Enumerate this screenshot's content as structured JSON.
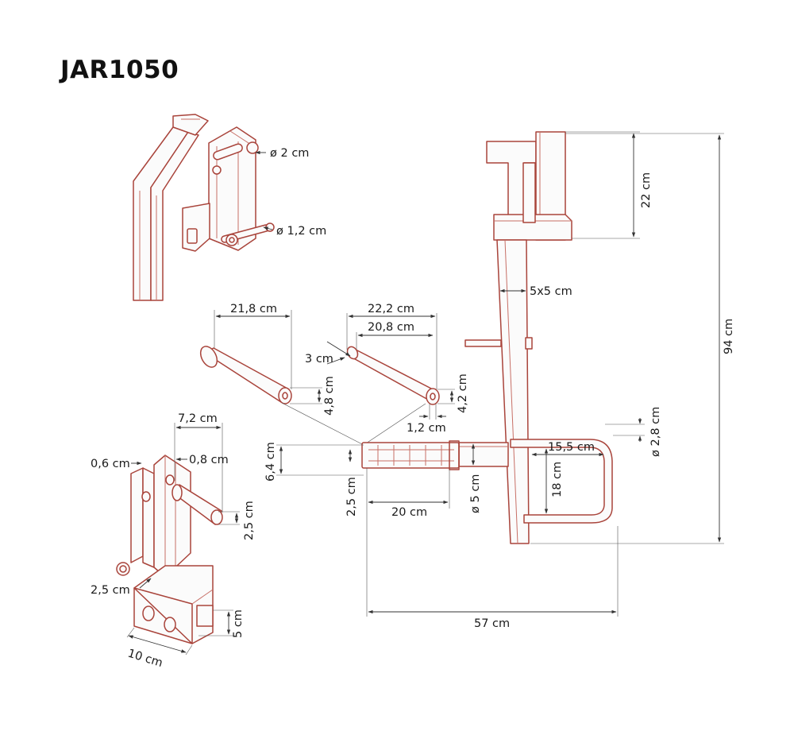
{
  "title": "JAR1050",
  "colors": {
    "part_outline": "#a9443b",
    "dimension_line": "#333333",
    "text": "#1a1a1a"
  },
  "dimensions": {
    "pin_top_diameter": "ø 2 cm",
    "pin_bottom_diameter": "ø 1,2 cm",
    "bar1_length": "21,8 cm",
    "bar2_length_total": "22,2 cm",
    "bar2_length_inner": "20,8 cm",
    "bar2_head": "3 cm",
    "bar1_diameter": "4,8 cm",
    "bar2_diameter": "4,2 cm",
    "bar2_end": "1,2 cm",
    "bracket_width": "7,2 cm",
    "bracket_plate": "0,6 cm",
    "bracket_gap": "0,8 cm",
    "bracket_pin": "2,5 cm",
    "bracket_hole": "2,5 cm",
    "bracket_block_height": "5 cm",
    "bracket_block_length": "10 cm",
    "grip_height": "6,4 cm",
    "grip_inner": "2,5 cm",
    "grip_length": "20 cm",
    "tube_diameter": "ø 5 cm",
    "frame_tube": "5x5 cm",
    "top_clamp": "22 cm",
    "total_height": "94 cm",
    "handle_tube": "ø 2,8 cm",
    "handle_width": "15,5 cm",
    "handle_height": "18 cm",
    "total_width": "57 cm"
  }
}
